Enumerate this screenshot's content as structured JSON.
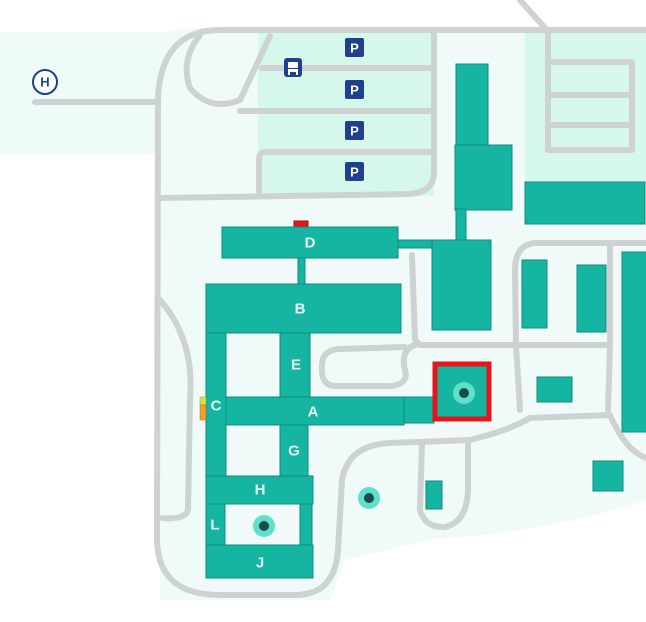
{
  "map": {
    "buildings": {
      "A": "A",
      "B": "B",
      "C": "C",
      "D": "D",
      "E": "E",
      "G": "G",
      "H": "H",
      "L": "L",
      "J": "J"
    },
    "parking_labels": [
      "P",
      "P",
      "P",
      "P"
    ],
    "hospital_label": "H",
    "icons": [
      "hospital-icon",
      "bus-stop-icon",
      "parking-icon",
      "location-pin-icon"
    ],
    "colors": {
      "building": "#15b5a2",
      "highlight": "#e8141c",
      "road": "#cfd2d2",
      "parking_area": "#d6f7ec",
      "campus_area": "#eefbf8",
      "icon_blue": "#1f3f8f",
      "pin_ring": "#5fe0cb",
      "pin_dot": "#1d4a4a"
    }
  }
}
